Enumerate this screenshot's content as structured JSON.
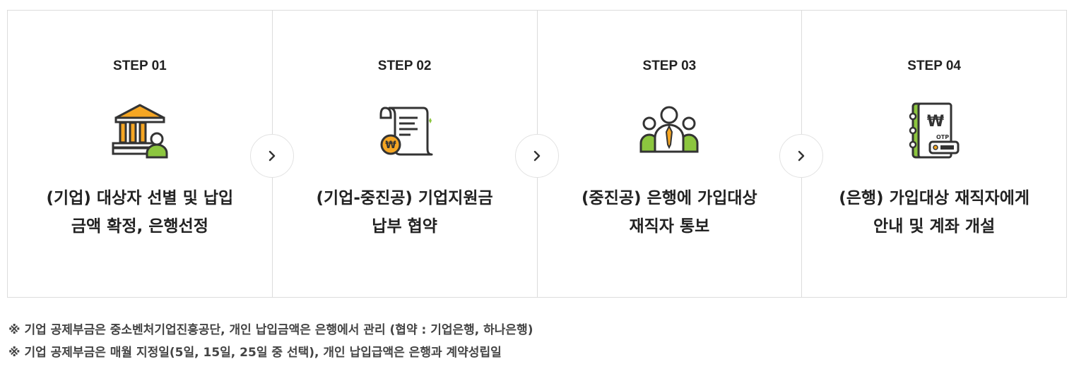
{
  "steps": [
    {
      "label": "STEP 01",
      "icon": "bank-user-icon",
      "desc_line1": "(기업) 대상자 선별 및 납입",
      "desc_line2": "금액 확정, 은행선정"
    },
    {
      "label": "STEP 02",
      "icon": "contract-scroll-icon",
      "desc_line1": "(기업-중진공) 기업지원금",
      "desc_line2": "납부 협약"
    },
    {
      "label": "STEP 03",
      "icon": "people-group-icon",
      "desc_line1": "(중진공) 은행에 가입대상",
      "desc_line2": "재직자 통보"
    },
    {
      "label": "STEP 04",
      "icon": "bankbook-otp-icon",
      "desc_line1": "(은행) 가입대상 재직자에게",
      "desc_line2": "안내 및 계좌 개설"
    }
  ],
  "icon_text": {
    "won": "₩",
    "otp": "OTP"
  },
  "notes": [
    "※ 기업 공제부금은 중소벤처기업진흥공단, 개인 납입금액은 은행에서 관리 (협약 : 기업은행, 하나은행)",
    "※ 기업 공제부금은 매월 지정일(5일, 15일, 25일 중 선택), 개인 납입급액은 은행과 계약성립일"
  ],
  "colors": {
    "accent_orange": "#f5a623",
    "accent_green": "#8cc63f",
    "outline": "#333333",
    "border": "#dcdcdc"
  }
}
